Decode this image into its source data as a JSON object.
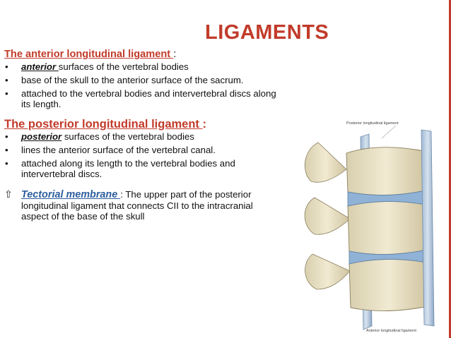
{
  "slide": {
    "title": "LIGAMENTS",
    "accent_color": "#c23b2a",
    "link_color": "#2e5e9e"
  },
  "anterior": {
    "heading": "The anterior longitudinal ligament ",
    "colon": ":",
    "bullets": [
      {
        "mark": "•",
        "kw": "anterior ",
        "rest": "surfaces of the vertebral bodies"
      },
      {
        "mark": "•",
        "kw": "",
        "rest": "base of the skull  to the anterior surface of the sacrum."
      },
      {
        "mark": "•",
        "kw": "",
        "rest": "attached to the vertebral bodies and intervertebral discs along its length."
      }
    ]
  },
  "posterior": {
    "heading": "The posterior longitudinal ligament ",
    "colon": ":",
    "bullets": [
      {
        "mark": "•",
        "kw": "posterior",
        "rest": " surfaces of the vertebral bodies"
      },
      {
        "mark": "•",
        "kw": "",
        "rest": " lines the anterior surface of the vertebral canal."
      },
      {
        "mark": "•",
        "kw": "",
        "rest": "attached along its length to the vertebral bodies and intervertebral discs."
      }
    ]
  },
  "tectorial": {
    "icon": "arrow-up-outline-icon",
    "term": "Tectorial membrane ",
    "text": ": The upper part of the posterior longitudinal ligament that connects CII to the intracranial aspect of the base of the skull"
  },
  "figure": {
    "label_top": "Posterior longitudinal ligament",
    "label_bottom": "Anterior longitudinal ligament"
  }
}
